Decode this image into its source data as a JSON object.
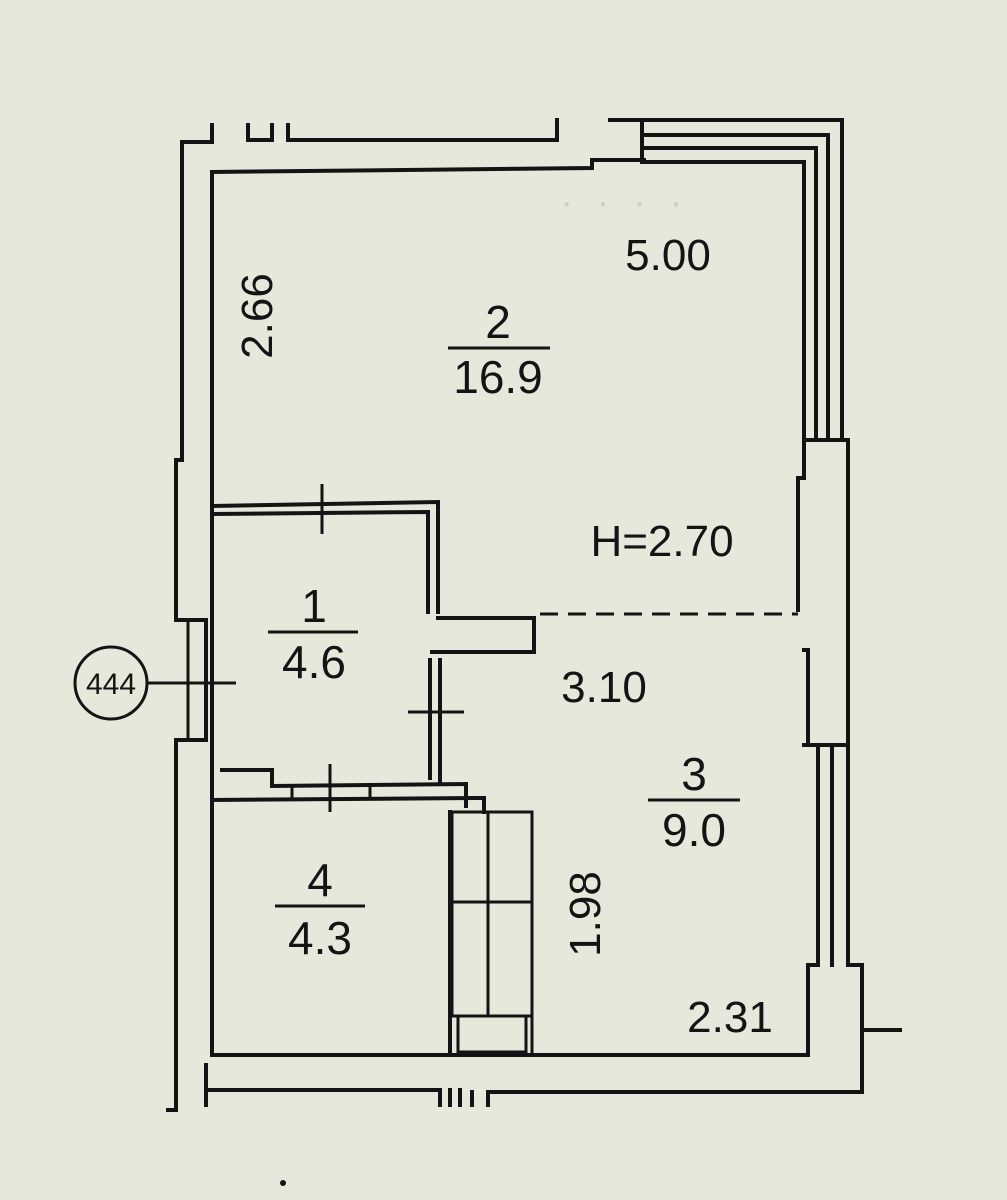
{
  "rooms": [
    {
      "number": "2",
      "area": "16.9"
    },
    {
      "number": "1",
      "area": "4.6"
    },
    {
      "number": "3",
      "area": "9.0"
    },
    {
      "number": "4",
      "area": "4.3"
    }
  ],
  "dimensions": {
    "top_width": "5.00",
    "left_height": "2.66",
    "ceiling_height": "H=2.70",
    "mid_width": "3.10",
    "right_height": "1.98",
    "bottom_width": "2.31"
  },
  "apartment_marker": "444",
  "colors": {
    "paper": "#e6e8dc",
    "line": "#141414"
  }
}
